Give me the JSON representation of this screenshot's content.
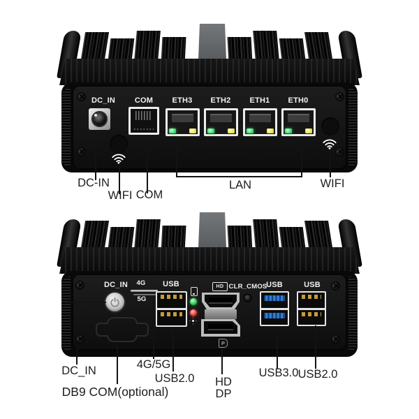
{
  "front": {
    "device_labels": {
      "dc_in": "DC_IN",
      "com": "COM"
    },
    "eth_ports": [
      {
        "label": "ETH3"
      },
      {
        "label": "ETH2"
      },
      {
        "label": "ETH1"
      },
      {
        "label": "ETH0"
      }
    ],
    "callouts": {
      "dc_in": "DC-IN",
      "wifi_left": "WIFI",
      "com": "COM",
      "lan": "LAN",
      "wifi_right": "WIFI"
    }
  },
  "back": {
    "device_labels": {
      "dc_in": "DC_IN",
      "sim_top": "4G",
      "sim_bottom": "5G",
      "usb2_left": "USB",
      "hd_logo": "HD",
      "clr_cmos": "CLR_CMOS",
      "usb3": "USB",
      "usb2_right": "USB",
      "dp_logo": "P"
    },
    "callouts": {
      "dc_in": "DC_IN",
      "db9": "DB9 COM(optional)",
      "sim": "4G/5G",
      "usb2_left": "USB2.0",
      "hd": "HD",
      "dp": "DP",
      "usb3": "USB3.0",
      "usb2_right": "USB2.0"
    }
  },
  "colors": {
    "chassis_black": "#111111",
    "heatsink_center_gray": "#5e6164",
    "port_bezel_white": "#ededed",
    "eth_led_green": "#35d066",
    "eth_led_yellow": "#e3de3f",
    "usb3_blue": "#2e7cd4",
    "usb2_contacts_gold": "#c79a3a",
    "status_led_green": "#27c94a",
    "status_led_red": "#e03030",
    "callout_text": "#1d1d1d"
  }
}
